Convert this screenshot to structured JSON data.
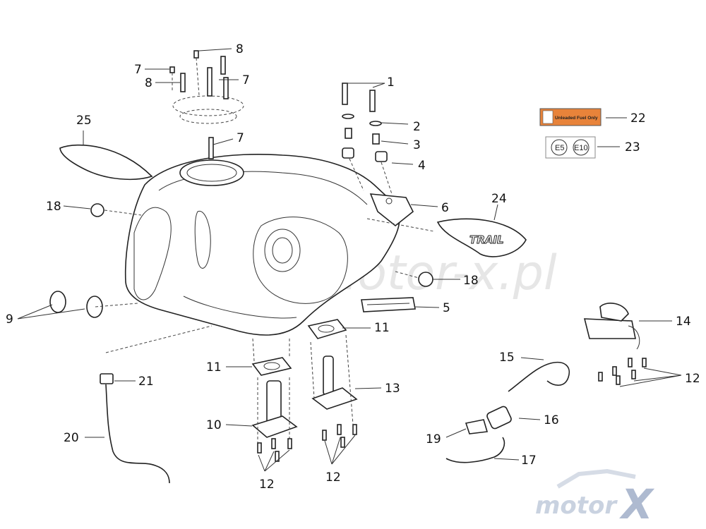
{
  "watermark": {
    "site_text": "motor-x.pl"
  },
  "logo": {
    "brand_text": "motor",
    "brand_mark": "X"
  },
  "sticker": {
    "fuel_label": "Unleaded Fuel Only"
  },
  "badges": {
    "e5": "E5",
    "e10": "E10"
  },
  "decal": {
    "text": "TRAIL"
  },
  "callouts": [
    {
      "id": "c1",
      "label": "1"
    },
    {
      "id": "c2",
      "label": "2"
    },
    {
      "id": "c3",
      "label": "3"
    },
    {
      "id": "c4",
      "label": "4"
    },
    {
      "id": "c5",
      "label": "5"
    },
    {
      "id": "c6",
      "label": "6"
    },
    {
      "id": "c7a",
      "label": "7"
    },
    {
      "id": "c7b",
      "label": "7"
    },
    {
      "id": "c7c",
      "label": "7"
    },
    {
      "id": "c8a",
      "label": "8"
    },
    {
      "id": "c8b",
      "label": "8"
    },
    {
      "id": "c9",
      "label": "9"
    },
    {
      "id": "c10",
      "label": "10"
    },
    {
      "id": "c11a",
      "label": "11"
    },
    {
      "id": "c11b",
      "label": "11"
    },
    {
      "id": "c12a",
      "label": "12"
    },
    {
      "id": "c12b",
      "label": "12"
    },
    {
      "id": "c12c",
      "label": "12"
    },
    {
      "id": "c13",
      "label": "13"
    },
    {
      "id": "c14",
      "label": "14"
    },
    {
      "id": "c15",
      "label": "15"
    },
    {
      "id": "c16",
      "label": "16"
    },
    {
      "id": "c17",
      "label": "17"
    },
    {
      "id": "c18a",
      "label": "18"
    },
    {
      "id": "c18b",
      "label": "18"
    },
    {
      "id": "c19",
      "label": "19"
    },
    {
      "id": "c20",
      "label": "20"
    },
    {
      "id": "c21",
      "label": "21"
    },
    {
      "id": "c22",
      "label": "22"
    },
    {
      "id": "c23",
      "label": "23"
    },
    {
      "id": "c24",
      "label": "24"
    },
    {
      "id": "c25",
      "label": "25"
    }
  ]
}
